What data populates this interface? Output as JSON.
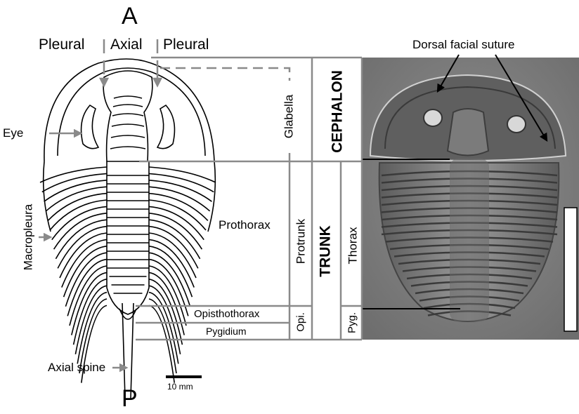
{
  "figure": {
    "direction_top": "A",
    "direction_bottom": "P",
    "header": {
      "left": "Pleural",
      "center": "Axial",
      "right": "Pleural"
    }
  },
  "labels": {
    "eye": "Eye",
    "macropleura": "Macropleura",
    "prothorax": "Prothorax",
    "axial_spine": "Axial spine",
    "opisthothorax": "Opisthothorax",
    "pygidium": "Pygidium",
    "dorsal_facial_suture": "Dorsal facial suture"
  },
  "regions": {
    "glabella": "Glabella",
    "protrunk": "Protrunk",
    "opi": "Opi.",
    "cephalon": "CEPHALON",
    "trunk": "TRUNK",
    "thorax": "Thorax",
    "pyg": "Pyg."
  },
  "scale_bar": {
    "label": "10 mm"
  },
  "colors": {
    "line": "#8a8a8a",
    "fossil_dark": "#4a4a4a",
    "fossil_light": "#9a9a9a"
  }
}
